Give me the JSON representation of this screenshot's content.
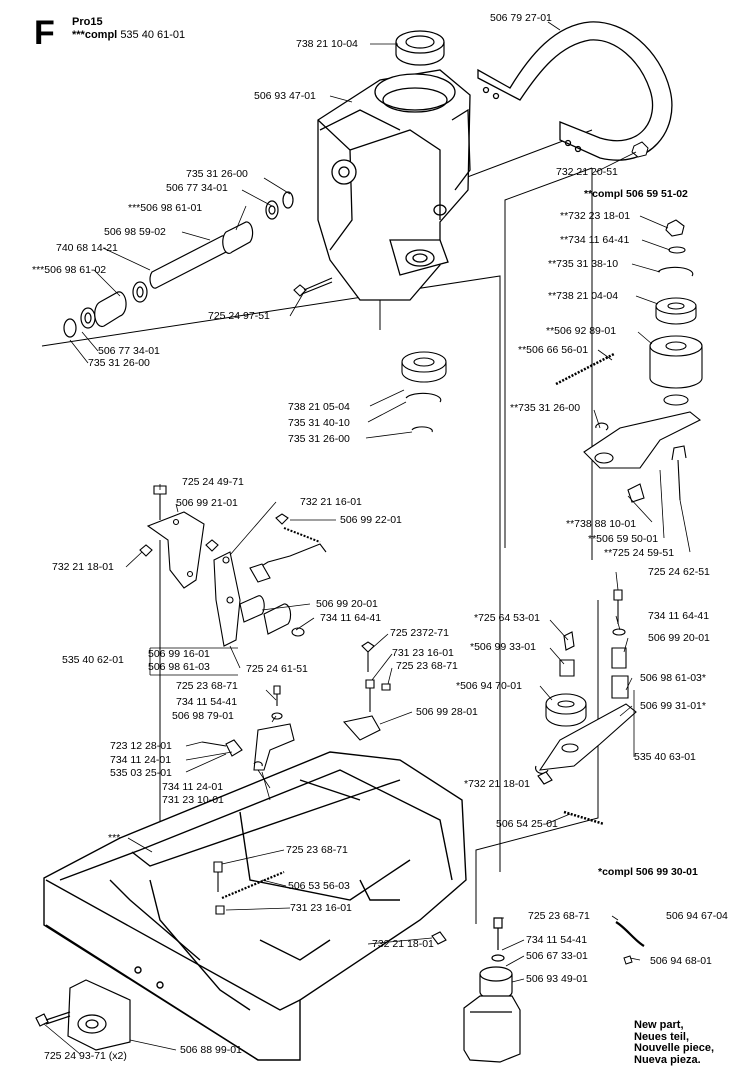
{
  "header": {
    "section_letter": "F",
    "model": "Pro15",
    "compl_prefix": "***compl",
    "compl_number": "535 40 61-01"
  },
  "legend": [
    "New part,",
    "Neues teil,",
    "Nouvelle piece,",
    "Nueva pieza."
  ],
  "labels": [
    "738 21 10-04",
    "506 79 27-01",
    "506 93 47-01",
    "732 21 20-51",
    "**compl 506 59 51-02",
    "735 31 26-00",
    "506 77 34-01",
    "***506 98 61-01",
    "506 98 59-02",
    "740 68 14-21",
    "***506 98 61-02",
    "**732 23 18-01",
    "**734 11 64-41",
    "**735 31 38-10",
    "**738 21 04-04",
    "**506 92 89-01",
    "**506 66 56-01",
    "725 24 97-51",
    "506 77 34-01",
    "735 31 26-00",
    "738 21 05-04",
    "735 31 40-10",
    "735 31 26-00",
    "**735 31 26-00",
    "725 24 49-71",
    "506 99 21-01",
    "732 21 16-01",
    "506 99 22-01",
    "**738 88 10-01",
    "**506 59 50-01",
    "**725 24 59-51",
    "732 21 18-01",
    "725 24 62-51",
    "506 99 20-01",
    "*725 64 53-01",
    "734 11 64-41",
    "734 11 64-41",
    "506 99 20-01",
    "725 2372-71",
    "*506 99 33-01",
    "535 40 62-01",
    "506 99 16-01",
    "506 98 61-03",
    "725 24 61-51",
    "731 23 16-01",
    "725 23 68-71",
    "725 23 68-71",
    "*506 94 70-01",
    "506 98 61-03*",
    "734 11 54-41",
    "506 99 31-01*",
    "506 98 79-01",
    "506 99 28-01",
    "535 40 63-01",
    "723 12 28-01",
    "734 11 24-01",
    "535 03 25-01",
    "734 11 24-01",
    "731 23 10-01",
    "*732 21 18-01",
    "506 54 25-01",
    "***",
    "725 23 68-71",
    "506 53 56-03",
    "*compl 506 99 30-01",
    "731 23 16-01",
    "725 23 68-71",
    "506 94 67-04",
    "734 11 54-41",
    "732 21 18-01",
    "506 67 33-01",
    "506 94 68-01",
    "506 93 49-01",
    "725 24 93-71 (x2)",
    "506 88 99-01"
  ]
}
